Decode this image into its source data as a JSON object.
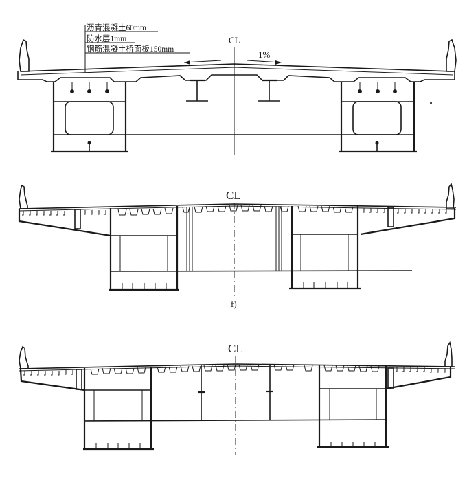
{
  "figure": {
    "type": "bridge-cross-section-drawings",
    "section_top": {
      "centerline_label": "CL",
      "slope_label": "1%",
      "layers": [
        "沥青混凝土60mm",
        "防水层1mm",
        "钢筋混凝土桥面板150mm"
      ]
    },
    "section_middle": {
      "centerline_label": "CL",
      "sub_caption": "f)"
    },
    "section_bottom": {
      "centerline_label": "CL"
    }
  }
}
